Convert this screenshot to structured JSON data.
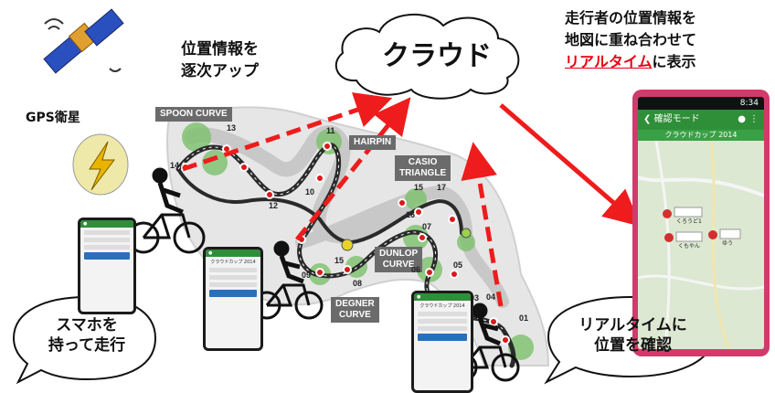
{
  "title_lines": [
    "走行者の位置情報を",
    "地図に重ね合わせて"
  ],
  "title_line3": {
    "highlight": "リアルタイム",
    "rest": "に表示"
  },
  "upload_lines": [
    "位置情報を",
    "逐次アップ"
  ],
  "cloud_label": "クラウド",
  "gps_label": "GPS衛星",
  "left_bubble_lines": [
    "スマホを",
    "持って走行"
  ],
  "right_bubble_lines": [
    "リアルタイムに",
    "位置を確認"
  ],
  "course_labels": {
    "spoon": "SPOON CURVE",
    "hairpin": "HAIRPIN",
    "casio": "CASIO\nTRIANGLE",
    "dunlop": "DUNLOP\nCURVE",
    "degner": "DEGNER\nCURVE"
  },
  "turn_numbers": [
    "13",
    "14",
    "12",
    "11",
    "10",
    "15",
    "16",
    "17",
    "07",
    "06",
    "05",
    "09",
    "08",
    "15",
    "04",
    "01",
    "03"
  ],
  "big_phone": {
    "time": "8:34",
    "header": "確認モード",
    "subtitle": "クラウドカップ 2014",
    "pins": [
      "くろうど1",
      "くもやん",
      "ゆう"
    ]
  },
  "small_phone_title": "クラウドカップ 2014",
  "colors": {
    "arrow_red": "#ee1c1c",
    "track_dark": "#2a2a2a",
    "curve_green": "#7cc16b",
    "phone_green": "#2f8f39",
    "title_red": "#e60012"
  }
}
